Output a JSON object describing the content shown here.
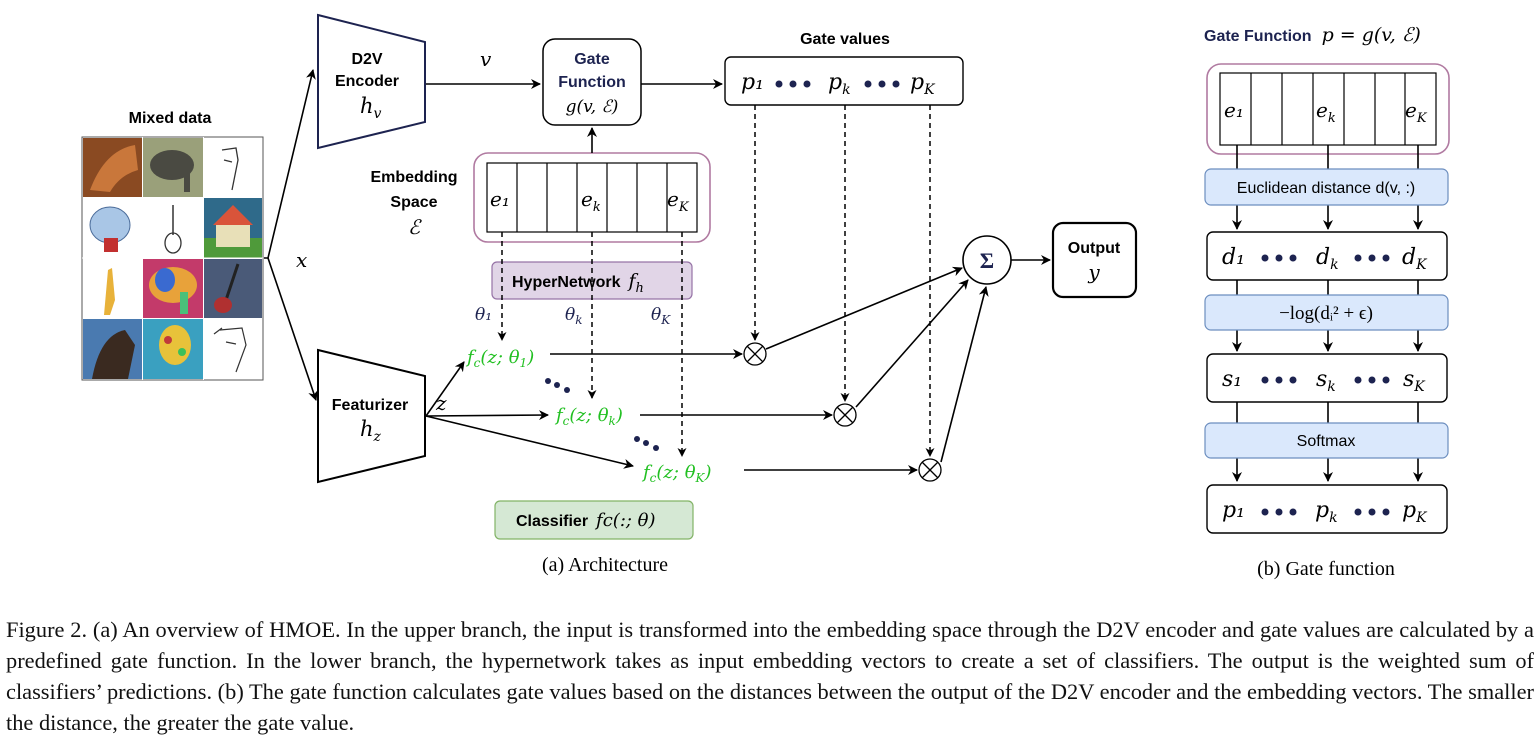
{
  "architecture": {
    "mixed_data_title": "Mixed data",
    "input_var": "x",
    "d2v": {
      "line1": "D2V",
      "line2": "Encoder",
      "func": "h",
      "sub": "v"
    },
    "v_label": "v",
    "gate": {
      "line1": "Gate",
      "line2": "Function",
      "expr": "g(v, ℰ)"
    },
    "gate_values_title": "Gate values",
    "gate_values": {
      "p1": "p₁",
      "pk": "p",
      "pk_sub": "k",
      "pK": "p",
      "pK_sub": "K"
    },
    "embedding": {
      "line1": "Embedding",
      "line2": "Space",
      "symbol": "ℰ"
    },
    "embedding_cells": {
      "e1": "e₁",
      "ek": "e",
      "ek_sub": "k",
      "eK": "e",
      "eK_sub": "K"
    },
    "hypernetwork": {
      "label": "HyperNetwork",
      "func": "f",
      "sub": "h"
    },
    "thetas": {
      "t1": "θ₁",
      "tk": "θ",
      "tk_sub": "k",
      "tK": "θ",
      "tK_sub": "K"
    },
    "featurizer": {
      "label": "Featurizer",
      "func": "h",
      "sub": "z"
    },
    "z_label": "z",
    "classifiers": {
      "c1": "f_c(z; θ₁)",
      "ck": "f_c(z; θ_k)",
      "cK": "f_c(z; θ_K)"
    },
    "classifier_box": {
      "label": "Classifier",
      "expr": "fc(:; θ)"
    },
    "sum_symbol": "Σ",
    "output": {
      "label": "Output",
      "var": "y"
    },
    "caption": "(a) Architecture"
  },
  "gate_panel": {
    "title": "Gate Function",
    "title_expr": "p = g(v, ℰ)",
    "cells": {
      "e1": "e₁",
      "ek": "e",
      "ek_sub": "k",
      "eK": "e",
      "eK_sub": "K"
    },
    "euclid": "Euclidean distance d(v, :)",
    "distances": {
      "d1": "d₁",
      "dk": "d",
      "dk_sub": "k",
      "dK": "d",
      "dK_sub": "K"
    },
    "neglog": "−log(dᵢ² + ϵ)",
    "scores": {
      "s1": "s₁",
      "sk": "s",
      "sk_sub": "k",
      "sK": "s",
      "sK_sub": "K"
    },
    "softmax": "Softmax",
    "probs": {
      "p1": "p₁",
      "pk": "p",
      "pk_sub": "k",
      "pK": "p",
      "pK_sub": "K"
    },
    "caption": "(b) Gate function"
  },
  "figure_caption": "Figure 2. (a) An overview of HMOE. In the upper branch, the input is transformed into the embedding space through the D2V encoder and gate values are calculated by a predefined gate function. In the lower branch, the hypernetwork takes as input embedding vectors to create a set of classifiers. The output is the weighted sum of classifiers’ predictions. (b) The gate function calculates gate values based on the distances between the output of the D2V encoder and the embedding vectors. The smaller the distance, the greater the gate value.",
  "colors": {
    "navy": "#1d2350",
    "embed_border": "#b07aa1",
    "hyper_fill": "#e1d5e7",
    "classifier_fill": "#d5e8d4",
    "classifier_border": "#82b366",
    "gate_fill": "#dae8fc",
    "gate_border": "#6c8ebf",
    "green_text": "#22c022"
  }
}
